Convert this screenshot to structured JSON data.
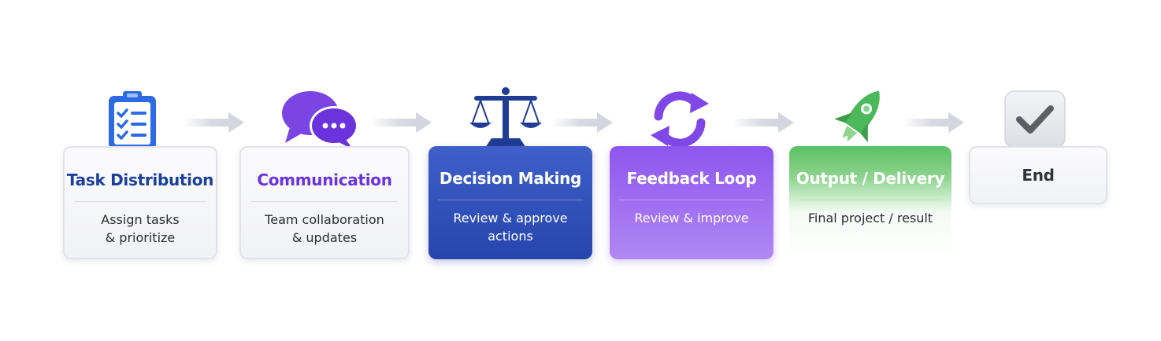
{
  "steps": [
    {
      "title": "Task Distribution",
      "description": "Assign tasks\n& prioritize",
      "icon": "clipboard-checklist-icon",
      "accent": "#1a3f9c"
    },
    {
      "title": "Communication",
      "description": "Team collaboration\n& updates",
      "icon": "chat-bubbles-icon",
      "accent": "#6a33dc"
    },
    {
      "title": "Decision Making",
      "description": "Review & approve\nactions",
      "icon": "scales-icon",
      "accent": "#2b4bb2"
    },
    {
      "title": "Feedback Loop",
      "description": "Review & improve",
      "icon": "refresh-cycle-icon",
      "accent": "#8d55ef"
    },
    {
      "title": "Output / Delivery",
      "description": "Final project / result",
      "icon": "rocket-icon",
      "accent": "#4bb85a"
    },
    {
      "title": "End",
      "icon": "checkmark-icon",
      "accent": "#5c5f66"
    }
  ],
  "connector_color": "#d9dbe3"
}
